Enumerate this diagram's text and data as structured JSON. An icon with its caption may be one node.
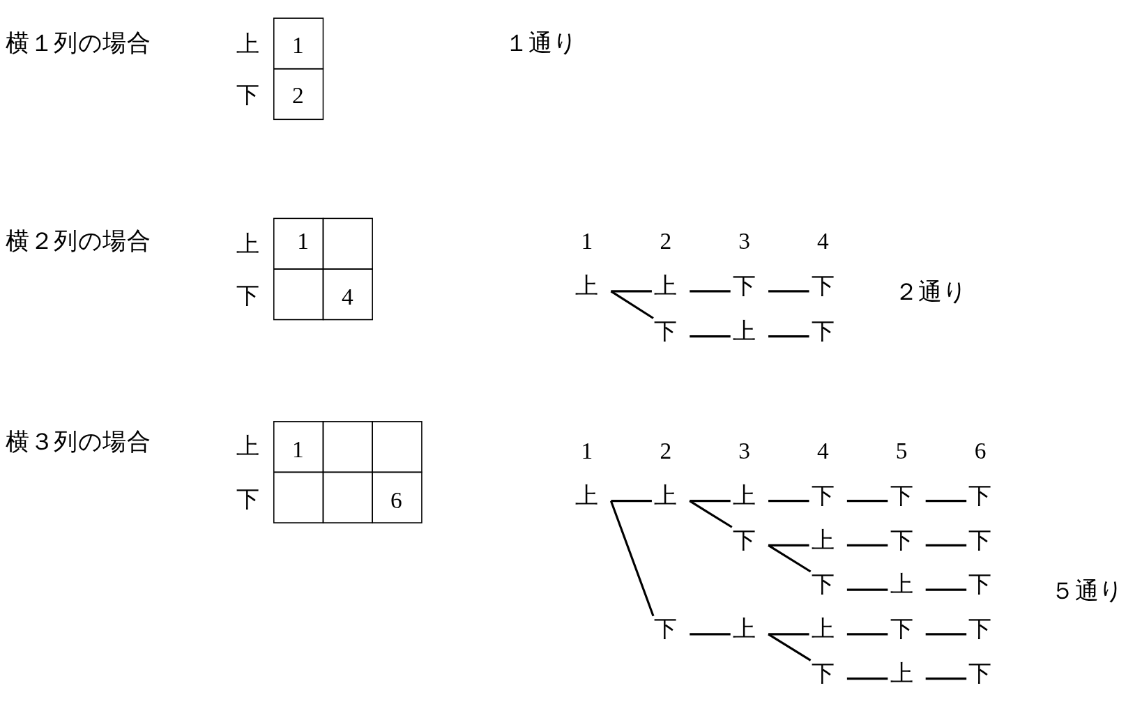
{
  "diagram": {
    "nodes": [
      {
        "text": [
          "上"
        ]
      },
      {
        "text": [
          "上"
        ]
      },
      {
        "text": [
          "下"
        ]
      },
      {
        "text": [
          "下"
        ]
      },
      {
        "text": [
          "下"
        ]
      },
      {
        "text": [
          "上"
        ]
      },
      {
        "text": [
          "下"
        ]
      },
      {
        "text": [
          "上"
        ]
      },
      {
        "text": [
          "上"
        ]
      },
      {
        "text": [
          "上"
        ]
      },
      {
        "text": [
          "下"
        ]
      },
      {
        "text": [
          "下"
        ]
      },
      {
        "text": [
          "下"
        ]
      },
      {
        "text": [
          "下"
        ]
      },
      {
        "text": [
          "上"
        ]
      },
      {
        "text": [
          "下"
        ]
      },
      {
        "text": [
          "下"
        ]
      },
      {
        "text": [
          "下"
        ]
      },
      {
        "text": [
          "上"
        ]
      },
      {
        "text": [
          "下"
        ]
      },
      {
        "text": [
          "下"
        ]
      },
      {
        "text": [
          "上"
        ]
      },
      {
        "text": [
          "上"
        ]
      },
      {
        "text": [
          "下"
        ]
      },
      {
        "text": [
          "下"
        ]
      },
      {
        "text": [
          "下"
        ]
      },
      {
        "text": [
          "上"
        ]
      },
      {
        "text": [
          "下"
        ]
      }
    ],
    "edges": [
      {
        "from": 0,
        "to": 1,
        "arrow": "none"
      },
      {
        "from": 0,
        "to": 4,
        "arrow": "none"
      },
      {
        "from": 1,
        "to": 2,
        "arrow": "none"
      },
      {
        "from": 2,
        "to": 3,
        "arrow": "none"
      },
      {
        "from": 4,
        "to": 5,
        "arrow": "none"
      },
      {
        "from": 5,
        "to": 6,
        "arrow": "none"
      },
      {
        "from": 7,
        "to": 8,
        "arrow": "none"
      },
      {
        "from": 7,
        "to": 20,
        "arrow": "none"
      },
      {
        "from": 8,
        "to": 9,
        "arrow": "none"
      },
      {
        "from": 8,
        "to": 13,
        "arrow": "none"
      },
      {
        "from": 9,
        "to": 10,
        "arrow": "none"
      },
      {
        "from": 10,
        "to": 11,
        "arrow": "none"
      },
      {
        "from": 11,
        "to": 12,
        "arrow": "none"
      },
      {
        "from": 13,
        "to": 14,
        "arrow": "none"
      },
      {
        "from": 13,
        "to": 17,
        "arrow": "none"
      },
      {
        "from": 14,
        "to": 15,
        "arrow": "none"
      },
      {
        "from": 15,
        "to": 16,
        "arrow": "none"
      },
      {
        "from": 17,
        "to": 18,
        "arrow": "none"
      },
      {
        "from": 18,
        "to": 19,
        "arrow": "none"
      },
      {
        "from": 20,
        "to": 21,
        "arrow": "none"
      },
      {
        "from": 21,
        "to": 22,
        "arrow": "none"
      },
      {
        "from": 21,
        "to": 25,
        "arrow": "none"
      },
      {
        "from": 22,
        "to": 23,
        "arrow": "none"
      },
      {
        "from": 23,
        "to": 24,
        "arrow": "none"
      },
      {
        "from": 25,
        "to": 26,
        "arrow": "none"
      },
      {
        "from": 26,
        "to": 27,
        "arrow": "none"
      }
    ],
    "labels": [
      "横１列の場合",
      "上",
      "1",
      "１通り",
      "下",
      "2",
      "横２列の場合",
      "上",
      "1",
      "1",
      "2",
      "3",
      "4",
      "下",
      "4",
      "２通り",
      "横３列の場合",
      "上",
      "1",
      "1",
      "2",
      "3",
      "4",
      "5",
      "6",
      "下",
      "6",
      "５通り"
    ]
  }
}
